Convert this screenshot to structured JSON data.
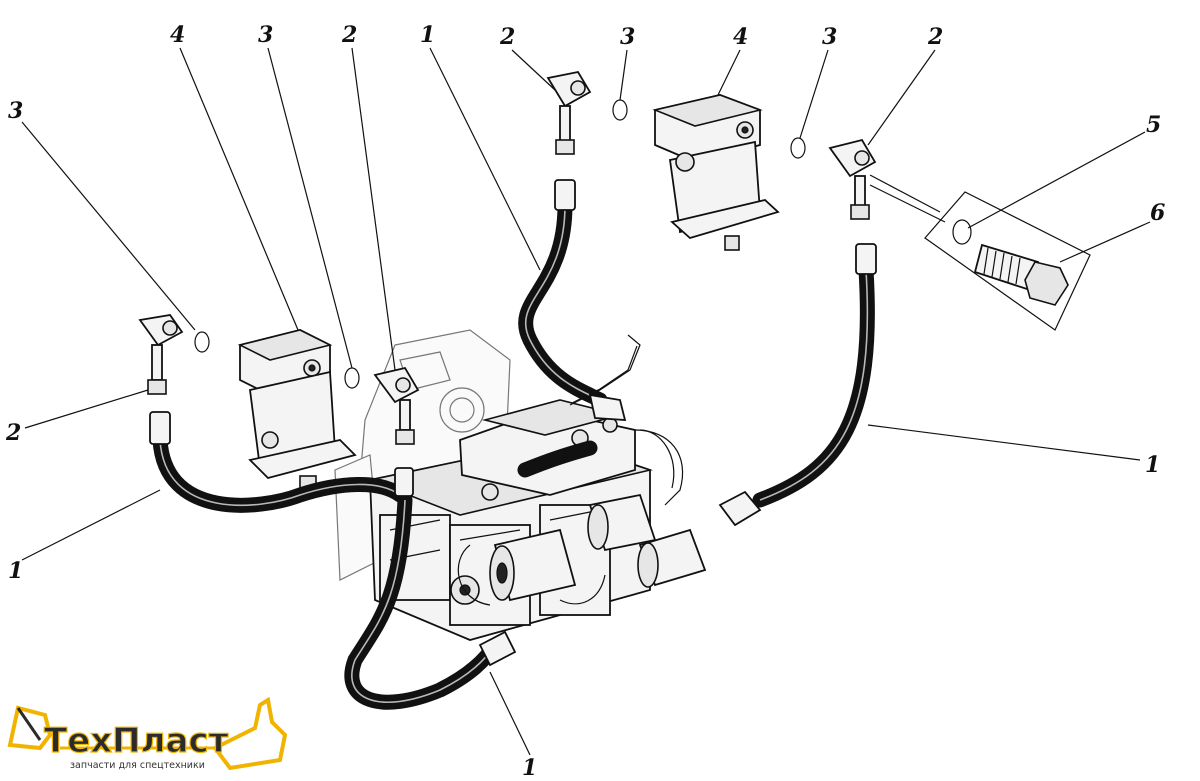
{
  "callouts": [
    {
      "id": "c3-left",
      "text": "3"
    },
    {
      "id": "c4-left",
      "text": "4"
    },
    {
      "id": "c3-mid",
      "text": "3"
    },
    {
      "id": "c2-mid",
      "text": "2"
    },
    {
      "id": "c1-top",
      "text": "1"
    },
    {
      "id": "c2-top",
      "text": "2"
    },
    {
      "id": "c3-top",
      "text": "3"
    },
    {
      "id": "c4-top",
      "text": "4"
    },
    {
      "id": "c3-right",
      "text": "3"
    },
    {
      "id": "c2-right",
      "text": "2"
    },
    {
      "id": "c5",
      "text": "5"
    },
    {
      "id": "c6",
      "text": "6"
    },
    {
      "id": "c2-left",
      "text": "2"
    },
    {
      "id": "c1-left",
      "text": "1"
    },
    {
      "id": "c1-right",
      "text": "1"
    },
    {
      "id": "c1-bottom",
      "text": "1"
    }
  ],
  "logo": {
    "name": "ТехПласт",
    "tagline": "запчасти для спецтехники",
    "colors": {
      "accent": "#f0b400",
      "text": "#2b2b2b"
    }
  }
}
